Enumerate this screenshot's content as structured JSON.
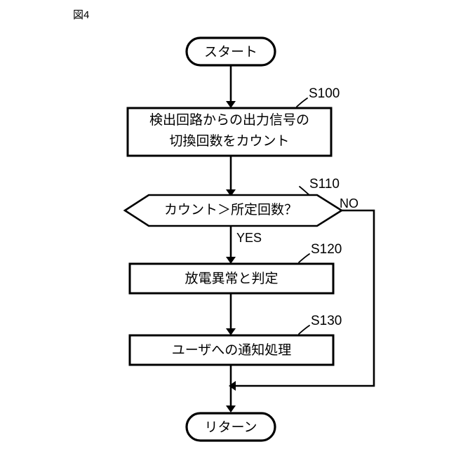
{
  "figure": {
    "label": "図4",
    "title": "図4"
  },
  "flowchart": {
    "nodes": {
      "start": {
        "type": "terminator",
        "text": "スタート"
      },
      "s100": {
        "type": "process",
        "step": "S100",
        "line1": "検出回路からの出力信号の",
        "line2": "切換回数をカウント"
      },
      "s110": {
        "type": "decision",
        "step": "S110",
        "text": "カウント＞所定回数？"
      },
      "s120": {
        "type": "process",
        "step": "S120",
        "text": "放電異常と判定"
      },
      "s130": {
        "type": "process",
        "step": "S130",
        "text": "ユーザへの通知処理"
      },
      "return": {
        "type": "terminator",
        "text": "リターン"
      }
    },
    "branches": {
      "yes": "YES",
      "no": "NO"
    },
    "colors": {
      "stroke": "#000000",
      "fill": "#ffffff",
      "background": "#ffffff"
    }
  }
}
